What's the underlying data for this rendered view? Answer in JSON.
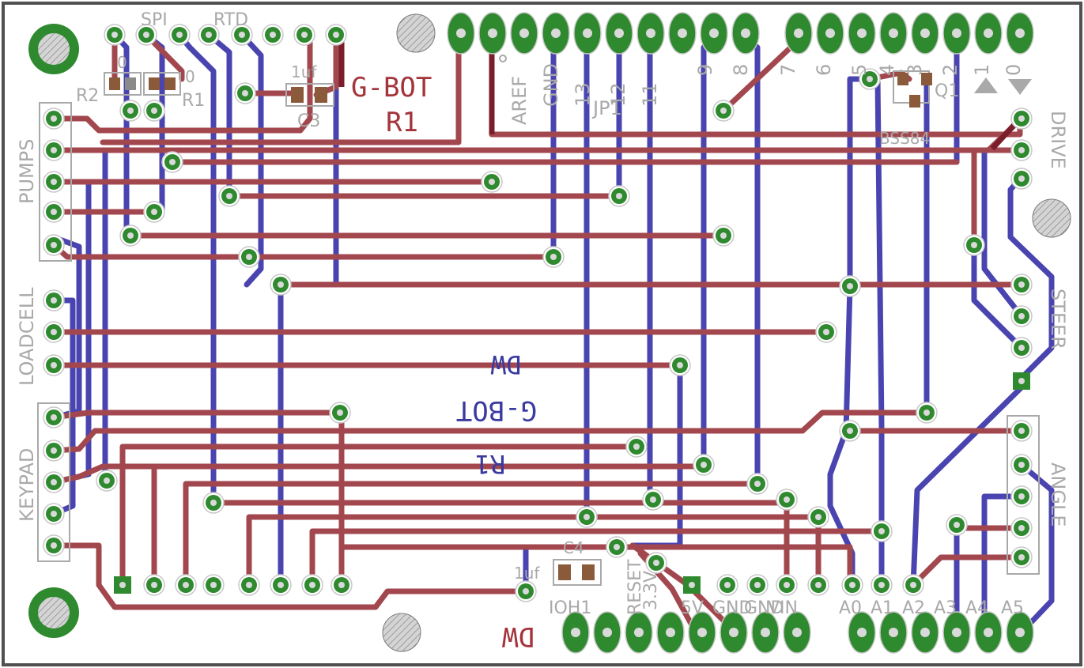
{
  "board": {
    "title": "G-BOT R1 shield PCB",
    "colors": {
      "top_copper": "#a3474f",
      "bottom_copper": "#4a44b0",
      "via_dark": "#7a1e2c",
      "pad_green": "#2f8a2f",
      "pad_ring": "#5fb55f",
      "silkscreen": "#a9a9a9",
      "mount_hole": "#bdbdbd",
      "smd_pad": "#8a5a3a"
    },
    "top_labels": {
      "gbot": "G-BOT",
      "r1": "R1",
      "dw": "DW"
    },
    "bottom_labels": {
      "dw": "DW",
      "gbot": "G-BOT",
      "r1": "R1"
    },
    "connectors": {
      "pumps": "PUMPS",
      "loadcell": "LOADCELL",
      "keypad": "KEYPAD",
      "drive": "DRIVE",
      "steer": "STEER",
      "angle": "ANGLE",
      "spi": "SPI",
      "rtd": "RTD"
    },
    "components": {
      "r2": "R2",
      "r1": "R1",
      "r2_val": "0",
      "r1_val": "0",
      "c3": "C3",
      "c3_val": "1uf",
      "c4": "C4",
      "c4_val": "1uf",
      "q1": "Q1",
      "q1_part": "BSS84",
      "jp1": "JP1",
      "ioh1": "IOH1"
    },
    "header_top_labels": [
      "AREF",
      "GND",
      "13",
      "12",
      "11",
      "9",
      "8",
      "7",
      "6",
      "5",
      "4",
      "3",
      "2",
      "1",
      "0"
    ],
    "header_bottom_labels": [
      "RESET",
      "3.3V",
      "5V",
      "GND",
      "GND",
      "VIN",
      "A0",
      "A1",
      "A2",
      "A3",
      "A4",
      "A5"
    ]
  }
}
